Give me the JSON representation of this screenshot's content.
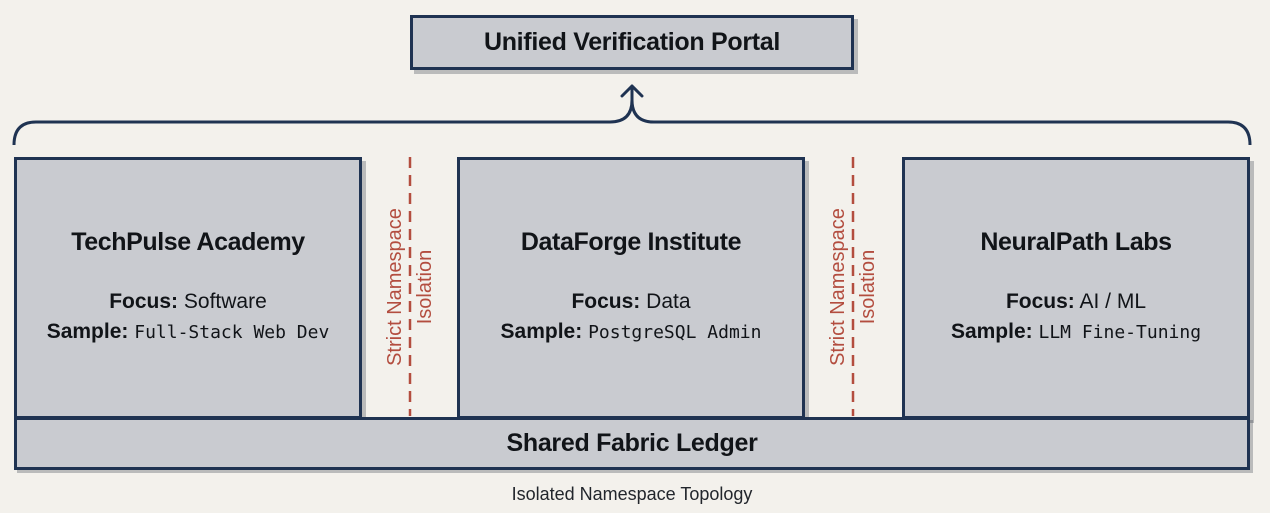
{
  "portal": {
    "title": "Unified Verification Portal"
  },
  "institutions": [
    {
      "name": "TechPulse Academy",
      "focus_label": "Focus:",
      "focus": "Software",
      "sample_label": "Sample:",
      "sample": "Full-Stack Web Dev"
    },
    {
      "name": "DataForge Institute",
      "focus_label": "Focus:",
      "focus": "Data",
      "sample_label": "Sample:",
      "sample": "PostgreSQL Admin"
    },
    {
      "name": "NeuralPath Labs",
      "focus_label": "Focus:",
      "focus": "AI / ML",
      "sample_label": "Sample:",
      "sample": "LLM Fine-Tuning"
    }
  ],
  "isolation": [
    {
      "line1": "Strict Namespace",
      "line2": "Isolation"
    },
    {
      "line1": "Strict Namespace",
      "line2": "Isolation"
    }
  ],
  "ledger": {
    "title": "Shared Fabric Ledger"
  },
  "caption": "Isolated Namespace Topology",
  "colors": {
    "box_fill": "#c9cbd0",
    "box_border": "#1f3352",
    "isolation_red": "#b34d3f",
    "background": "#f3f1ec"
  }
}
